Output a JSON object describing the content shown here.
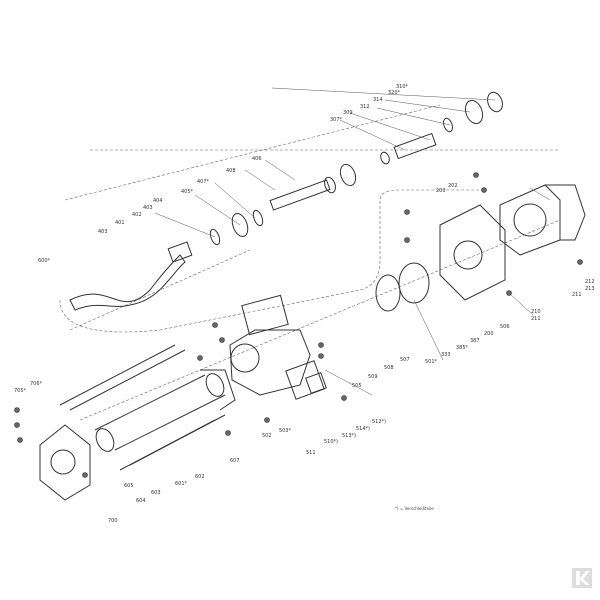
{
  "diagram": {
    "labels": [
      {
        "text": "310*"
      },
      {
        "text": "320*"
      },
      {
        "text": "314"
      },
      {
        "text": "312"
      },
      {
        "text": "309"
      },
      {
        "text": "307*"
      },
      {
        "text": "406"
      },
      {
        "text": "408"
      },
      {
        "text": "407*"
      },
      {
        "text": "405*"
      },
      {
        "text": "404"
      },
      {
        "text": "403"
      },
      {
        "text": "402"
      },
      {
        "text": "401"
      },
      {
        "text": "403"
      },
      {
        "text": "600*"
      },
      {
        "text": "203"
      },
      {
        "text": "202"
      },
      {
        "text": "210"
      },
      {
        "text": "211"
      },
      {
        "text": "212"
      },
      {
        "text": "213"
      },
      {
        "text": "211"
      },
      {
        "text": "506"
      },
      {
        "text": "200"
      },
      {
        "text": "387"
      },
      {
        "text": "385*"
      },
      {
        "text": "333"
      },
      {
        "text": "501*"
      },
      {
        "text": "507"
      },
      {
        "text": "508"
      },
      {
        "text": "509"
      },
      {
        "text": "505"
      },
      {
        "text": "502"
      },
      {
        "text": "503*"
      },
      {
        "text": "511"
      },
      {
        "text": "510*)"
      },
      {
        "text": "513*)"
      },
      {
        "text": "514*)"
      },
      {
        "text": "512*)"
      },
      {
        "text": "705*"
      },
      {
        "text": "706*"
      },
      {
        "text": "605"
      },
      {
        "text": "601*"
      },
      {
        "text": "602"
      },
      {
        "text": "603"
      },
      {
        "text": "604"
      },
      {
        "text": "607"
      },
      {
        "text": "700"
      }
    ],
    "note": "*) = Verschleißteile"
  }
}
